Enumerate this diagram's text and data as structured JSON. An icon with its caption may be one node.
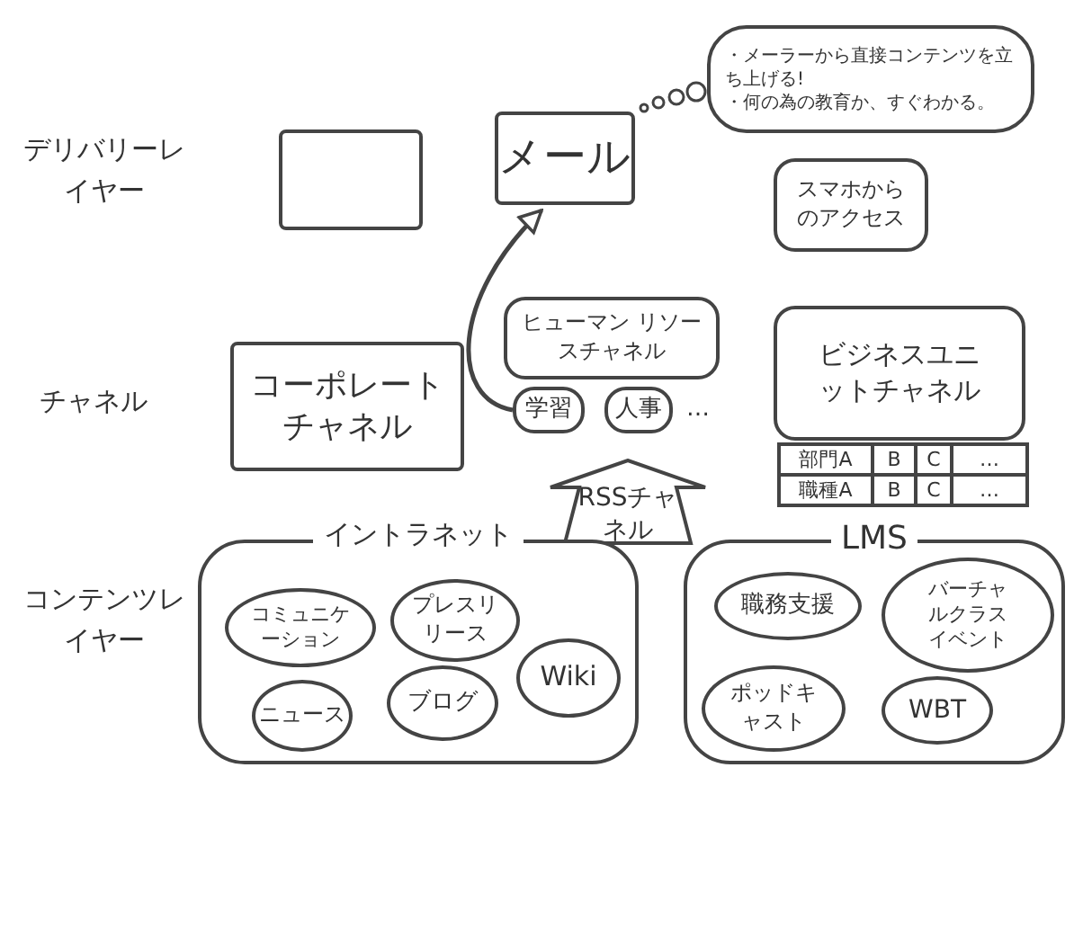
{
  "diagram": {
    "nodes": [
      {
        "text": [],
        "shape": "box"
      },
      {
        "text": [
          "メール"
        ]
      },
      {
        "text": [
          "・メーラーから直接コンテンツを立ち上げる!",
          "・何の為の教育か、すぐわかる。"
        ]
      },
      {
        "text": [
          "スマホからのアクセス"
        ]
      },
      {
        "text": [
          "コーポレートチャネル"
        ]
      },
      {
        "text": [
          "ヒューマン リソースチャネル"
        ]
      },
      {
        "text": [
          "学習"
        ]
      },
      {
        "text": [
          "人事"
        ]
      },
      {
        "text": [
          "ビジネスユニットチャネル"
        ]
      },
      {
        "text": [
          "RSSチャネル"
        ]
      },
      {
        "text": [
          "イントラネット"
        ]
      },
      {
        "text": [
          "コミュニケーション"
        ],
        "in": 10
      },
      {
        "text": [
          "プレスリリース"
        ],
        "in": 10
      },
      {
        "text": [
          "ニュース"
        ],
        "in": 10
      },
      {
        "text": [
          "ブログ"
        ],
        "in": 10
      },
      {
        "text": [
          "Wiki"
        ],
        "in": 10
      },
      {
        "text": [
          "LMS"
        ]
      },
      {
        "text": [
          "職務支援"
        ],
        "in": 16
      },
      {
        "text": [
          "バーチャルクラスイベント"
        ],
        "in": 16
      },
      {
        "text": [
          "ポッドキャスト"
        ],
        "in": 16
      },
      {
        "text": [
          "WBT"
        ],
        "in": 16
      }
    ],
    "edges": [
      {
        "from": 6,
        "to": 1,
        "arrow": "to"
      }
    ],
    "labels": [
      "デリバリーレイヤー",
      "チャネル",
      "コンテンツレイヤー",
      "…",
      "部門A",
      "B",
      "C",
      "…",
      "職種A",
      "B",
      "C",
      "…"
    ]
  }
}
